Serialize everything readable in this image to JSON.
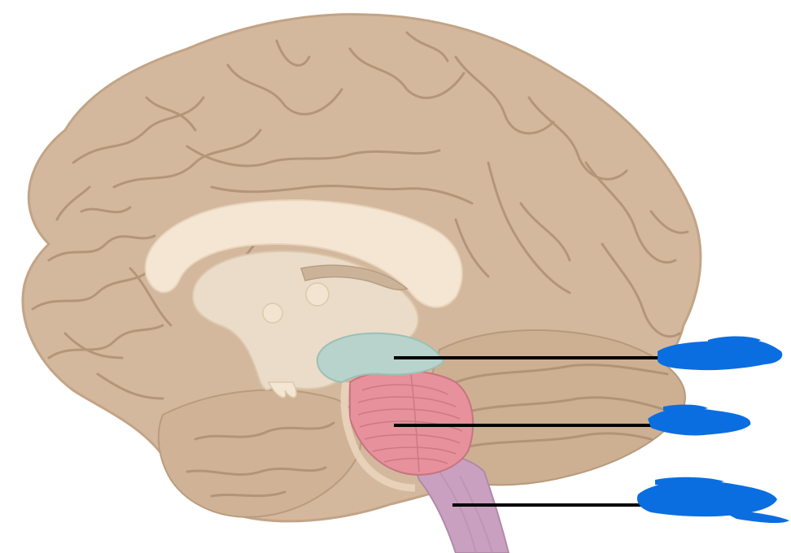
{
  "diagram": {
    "colors": {
      "cortex": "#d4b89d",
      "cortex_shadow": "#c2a486",
      "sulcus": "#a98a6d",
      "corpus_callosum": "#f4e6d3",
      "inner_region": "#eadcc8",
      "midbrain": "#b7d3cc",
      "pons": "#e6919b",
      "medulla": "#caa0c0",
      "leader_line": "#000000",
      "redaction": "#0a6ee0"
    },
    "labels": [
      {
        "target": "midbrain",
        "text": ""
      },
      {
        "target": "pons",
        "text": ""
      },
      {
        "target": "medulla",
        "text": ""
      }
    ]
  }
}
